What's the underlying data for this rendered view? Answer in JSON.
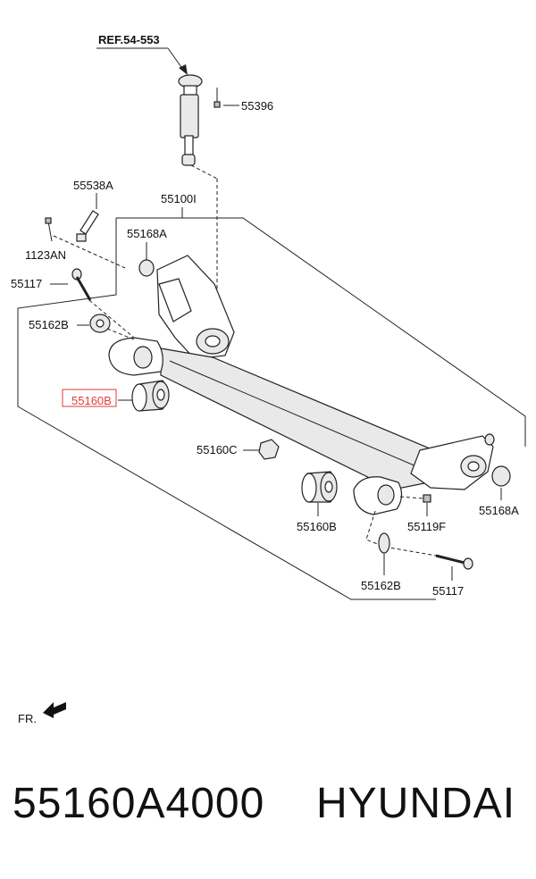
{
  "diagram": {
    "ref_label": "REF.54-553",
    "labels": {
      "l55396": "55396",
      "l55538A": "55538A",
      "l55100I": "55100I",
      "l55168A_top": "55168A",
      "l1123AN": "1123AN",
      "l55117_left": "55117",
      "l55162B_left": "55162B",
      "l55160B_highlight": "55160B",
      "l55160C": "55160C",
      "l55160B_right": "55160B",
      "l55119F": "55119F",
      "l55168A_right": "55168A",
      "l55162B_right": "55162B",
      "l55117_right": "55117"
    },
    "front_label": "FR.",
    "highlight_color": "#e23a3a"
  },
  "caption": {
    "part_number": "55160A4000",
    "brand": "HYUNDAI"
  }
}
